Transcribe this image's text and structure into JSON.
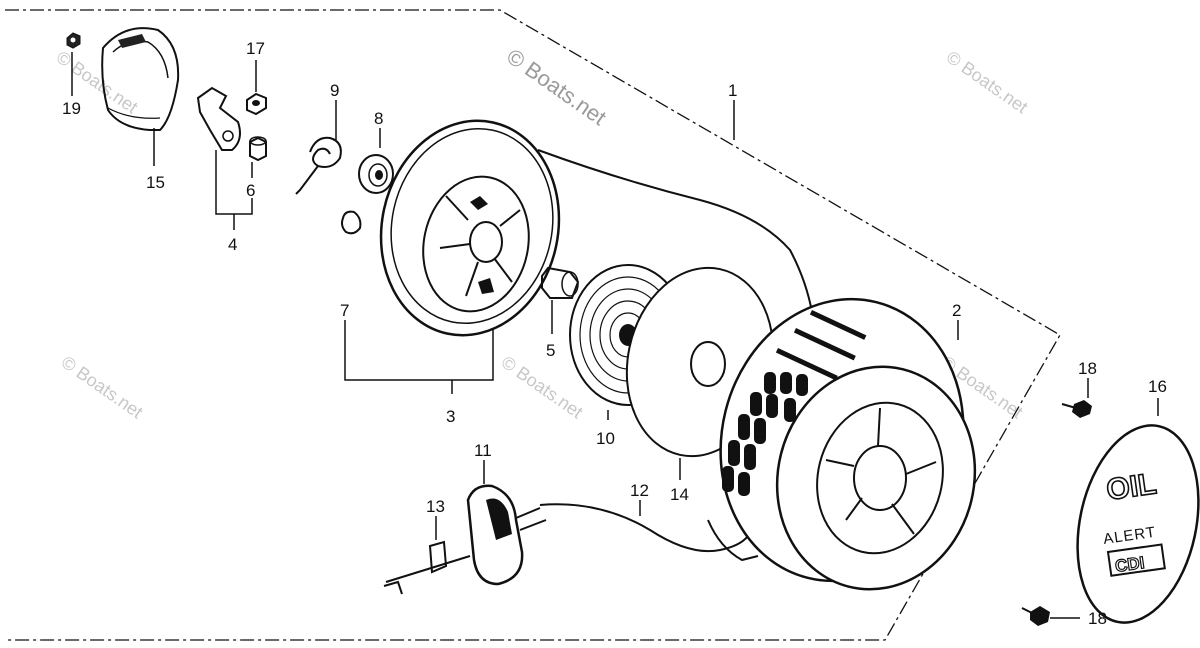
{
  "watermark": "© Boats.net",
  "callouts": [
    {
      "id": "1",
      "text": "1"
    },
    {
      "id": "2",
      "text": "2"
    },
    {
      "id": "3",
      "text": "3"
    },
    {
      "id": "4",
      "text": "4"
    },
    {
      "id": "5",
      "text": "5"
    },
    {
      "id": "6",
      "text": "6"
    },
    {
      "id": "7",
      "text": "7"
    },
    {
      "id": "8",
      "text": "8"
    },
    {
      "id": "9",
      "text": "9"
    },
    {
      "id": "10",
      "text": "10"
    },
    {
      "id": "11",
      "text": "11"
    },
    {
      "id": "12",
      "text": "12"
    },
    {
      "id": "13",
      "text": "13"
    },
    {
      "id": "14",
      "text": "14"
    },
    {
      "id": "15",
      "text": "15"
    },
    {
      "id": "16",
      "text": "16"
    },
    {
      "id": "17",
      "text": "17"
    },
    {
      "id": "18a",
      "text": "18"
    },
    {
      "id": "18b",
      "text": "18"
    },
    {
      "id": "19",
      "text": "19"
    }
  ],
  "emblem": {
    "line1": "OIL",
    "line2": "ALERT",
    "line3": "CDI"
  }
}
